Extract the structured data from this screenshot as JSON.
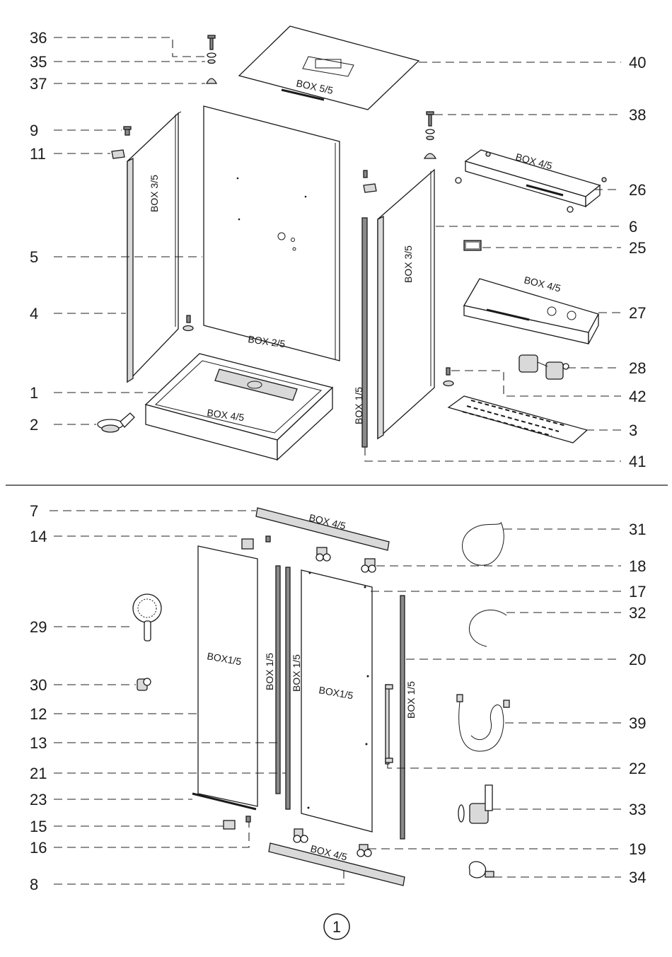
{
  "part_numbers": {
    "p36": "36",
    "p35": "35",
    "p37": "37",
    "p9": "9",
    "p11": "11",
    "p5": "5",
    "p4": "4",
    "p1": "1",
    "p2": "2",
    "p40": "40",
    "p38": "38",
    "p26": "26",
    "p6": "6",
    "p25": "25",
    "p27": "27",
    "p28": "28",
    "p42": "42",
    "p3": "3",
    "p41": "41",
    "p7": "7",
    "p14": "14",
    "p29": "29",
    "p30": "30",
    "p12": "12",
    "p13": "13",
    "p21": "21",
    "p23": "23",
    "p15": "15",
    "p16": "16",
    "p8": "8",
    "p31": "31",
    "p18": "18",
    "p17": "17",
    "p32": "32",
    "p20": "20",
    "p39": "39",
    "p22": "22",
    "p33": "33",
    "p19": "19",
    "p34": "34"
  },
  "box_labels": {
    "roof": "BOX 5/5",
    "left_panel": "BOX 3/5",
    "back_panel": "BOX 2/5",
    "tray": "BOX 4/5",
    "bracket_26": "BOX 4/5",
    "right_panel": "BOX 3/5",
    "bracket_27": "BOX 4/5",
    "profile_41": "BOX 1/5",
    "rail_7": "BOX 4/5",
    "glass_12": "BOX1/5",
    "profile_13": "BOX 1/5",
    "profile_21": "BOX 1/5",
    "door_17": "BOX1/5",
    "profile_20": "BOX 1/5",
    "rail_8": "BOX 4/5"
  },
  "page_number": "1"
}
